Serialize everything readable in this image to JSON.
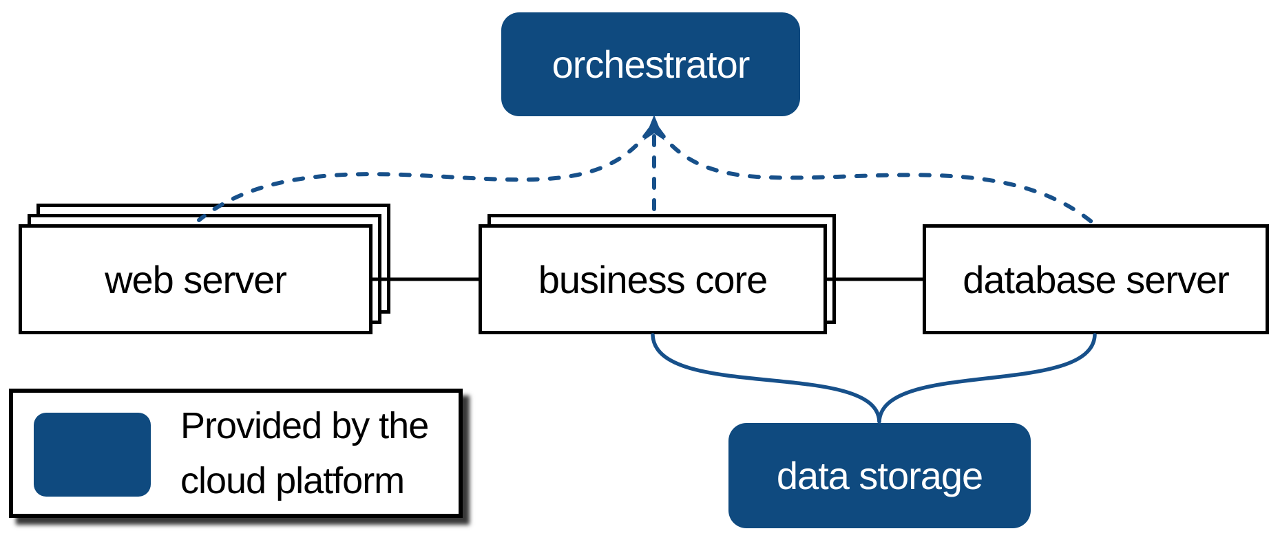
{
  "diagram": {
    "kind": "cloud-architecture-diagram",
    "nodes": {
      "orchestrator": {
        "label": "orchestrator",
        "provided_by_cloud": true,
        "instances": 1
      },
      "web_server": {
        "label": "web server",
        "provided_by_cloud": false,
        "instances": 3
      },
      "business_core": {
        "label": "business core",
        "provided_by_cloud": false,
        "instances": 2
      },
      "database_server": {
        "label": "database server",
        "provided_by_cloud": false,
        "instances": 1
      },
      "data_storage": {
        "label": "data storage",
        "provided_by_cloud": true,
        "instances": 1
      }
    },
    "edges": [
      {
        "from": "orchestrator",
        "to": "web server",
        "style": "dashed-blue",
        "arrow": "into-orchestrator"
      },
      {
        "from": "orchestrator",
        "to": "business core",
        "style": "dashed-blue",
        "arrow": "into-orchestrator"
      },
      {
        "from": "orchestrator",
        "to": "database server",
        "style": "dashed-blue",
        "arrow": "into-orchestrator"
      },
      {
        "from": "web server",
        "to": "business core",
        "style": "solid-black",
        "arrow": "none"
      },
      {
        "from": "business core",
        "to": "database server",
        "style": "solid-black",
        "arrow": "none"
      },
      {
        "from": "business core",
        "to": "data storage",
        "style": "solid-blue",
        "arrow": "none"
      },
      {
        "from": "database server",
        "to": "data storage",
        "style": "solid-blue",
        "arrow": "none"
      }
    ],
    "legend": {
      "lines": [
        "Provided by the",
        "cloud platform"
      ]
    },
    "colors": {
      "cloud_fill": "#0f4a7f",
      "connector_blue": "#17508a",
      "line_black": "#000000",
      "box_fill": "#ffffff",
      "background": "#ffffff",
      "label_text": "#000000",
      "cloud_label_text": "#ffffff"
    }
  }
}
